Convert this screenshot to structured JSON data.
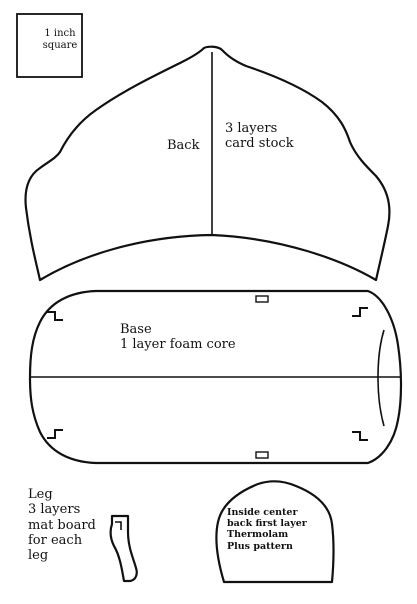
{
  "square": {
    "line1": "1 inch",
    "line2": "square"
  },
  "back": {
    "label": "Back",
    "layers_line1": "3 layers",
    "layers_line2": "card stock"
  },
  "base": {
    "line1": "Base",
    "line2": "1 layer foam core"
  },
  "leg": {
    "line1": "Leg",
    "line2": "3 layers",
    "line3": "mat board",
    "line4": "for each",
    "line5": "leg"
  },
  "inside_center": {
    "line1": "Inside center",
    "line2": "back first layer",
    "line3": "Thermolam",
    "line4": "Plus pattern"
  },
  "colors": {
    "ink": "#111111",
    "paper": "#ffffff"
  }
}
